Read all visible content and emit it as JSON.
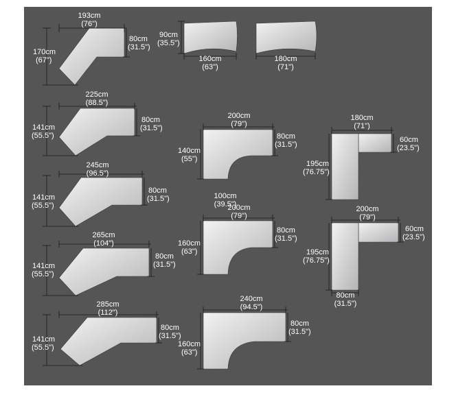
{
  "colors": {
    "background": "#555556",
    "page": "#ffffff",
    "label": "#ffffff",
    "dimension_line": "#1a1a1a"
  },
  "desks": [
    {
      "shape": "angled-corner",
      "top_cm": "193cm",
      "top_in": "(76\")",
      "side_cm": "80cm",
      "side_in": "(31.5\")",
      "left_cm": "170cm",
      "left_in": "(67\")"
    },
    {
      "shape": "curved-front",
      "side_cm": "90cm",
      "side_in": "(35.5\")",
      "bottom_cm": "160cm",
      "bottom_in": "(63\")"
    },
    {
      "shape": "curved-front",
      "bottom_cm": "180cm",
      "bottom_in": "(71\")"
    },
    {
      "shape": "angled-corner",
      "top_cm": "225cm",
      "top_in": "(88.5\")",
      "side_cm": "80cm",
      "side_in": "(31.5\")",
      "left_cm": "141cm",
      "left_in": "(55.5\")"
    },
    {
      "shape": "angled-corner",
      "top_cm": "245cm",
      "top_in": "(96.5\")",
      "side_cm": "80cm",
      "side_in": "(31.5\")",
      "left_cm": "141cm",
      "left_in": "(55.5\")"
    },
    {
      "shape": "angled-corner",
      "top_cm": "265cm",
      "top_in": "(104\")",
      "side_cm": "80cm",
      "side_in": "(31.5\")",
      "left_cm": "141cm",
      "left_in": "(55.5\")"
    },
    {
      "shape": "angled-corner",
      "top_cm": "285cm",
      "top_in": "(112\")",
      "side_cm": "80cm",
      "side_in": "(31.5\")",
      "left_cm": "141cm",
      "left_in": "(55.5\")"
    },
    {
      "shape": "l-curved",
      "top_cm": "200cm",
      "top_in": "(79\")",
      "side_cm": "80cm",
      "side_in": "(31.5\")",
      "left_cm": "140cm",
      "left_in": "(55\")",
      "bottom_cm": "100cm",
      "bottom_in": "(39.5\")"
    },
    {
      "shape": "l-curved",
      "top_cm": "200cm",
      "top_in": "(79\")",
      "side_cm": "80cm",
      "side_in": "(31.5\")",
      "left_cm": "160cm",
      "left_in": "(63\")"
    },
    {
      "shape": "l-curved",
      "top_cm": "240cm",
      "top_in": "(94.5\")",
      "side_cm": "80cm",
      "side_in": "(31.5\")",
      "left_cm": "160cm",
      "left_in": "(63\")"
    },
    {
      "shape": "l-return",
      "top_cm": "180cm",
      "top_in": "(71\")",
      "side_cm": "60cm",
      "side_in": "(23.5\")",
      "left_cm": "195cm",
      "left_in": "(76.75\")"
    },
    {
      "shape": "l-return",
      "top_cm": "200cm",
      "top_in": "(79\")",
      "side_cm": "60cm",
      "side_in": "(23.5\")",
      "left_cm": "195cm",
      "left_in": "(76.75\")",
      "bottom_cm": "80cm",
      "bottom_in": "(31.5\")"
    }
  ]
}
